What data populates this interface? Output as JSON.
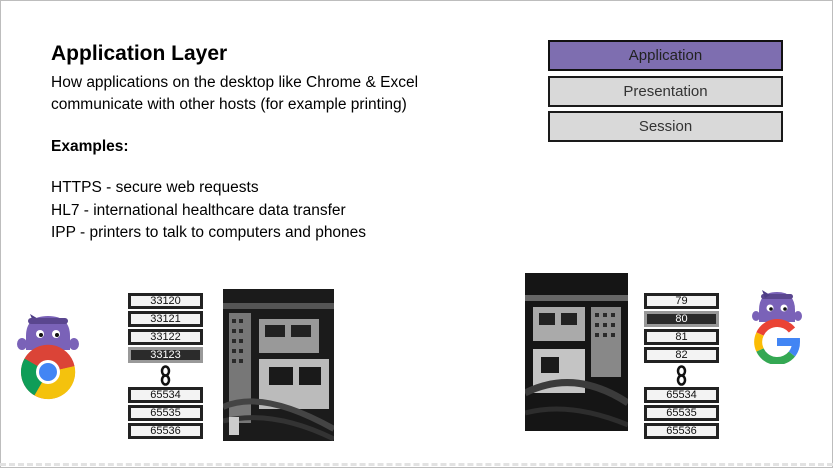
{
  "slide": {
    "title": "Application Layer",
    "description": "How applications on the desktop like Chrome & Excel communicate with other hosts (for example printing)",
    "examples_heading": "Examples:",
    "examples": [
      "HTTPS - secure web requests",
      "HL7 - international healthcare data transfer",
      "IPP - printers to talk to computers and phones"
    ]
  },
  "layers": [
    {
      "label": "Application",
      "active": true
    },
    {
      "label": "Presentation",
      "active": false
    },
    {
      "label": "Session",
      "active": false
    }
  ],
  "left_ports": {
    "top": [
      "33120",
      "33121",
      "33122",
      "33123"
    ],
    "selected": "33123",
    "bottom": [
      "65534",
      "65535",
      "65536"
    ]
  },
  "right_ports": {
    "top": [
      "79",
      "80",
      "81",
      "82"
    ],
    "selected": "80",
    "bottom": [
      "65534",
      "65535",
      "65536"
    ]
  },
  "icons": {
    "left_host": "chrome-logo-with-mascot",
    "right_host": "google-logo-with-mascot",
    "accent": "#7e6eb0"
  }
}
